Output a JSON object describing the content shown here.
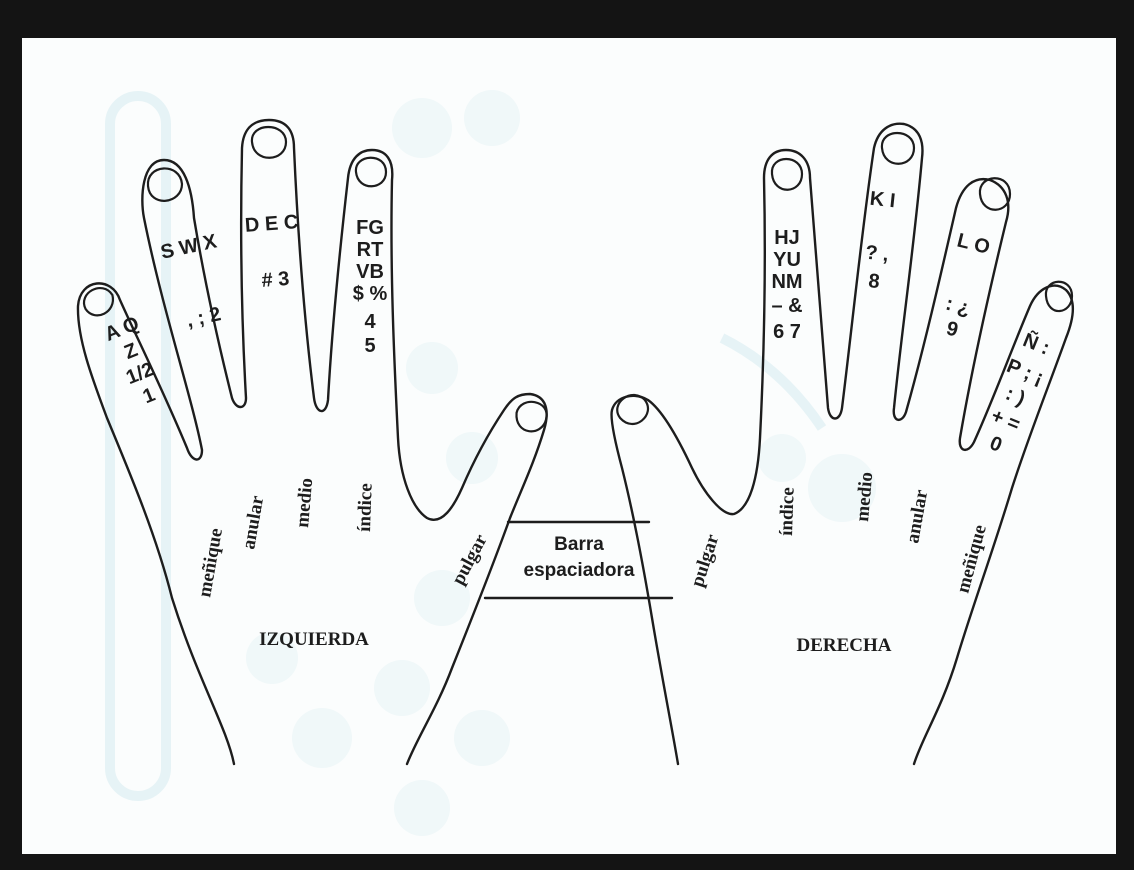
{
  "hands": {
    "left": {
      "title": "IZQUIERDA"
    },
    "right": {
      "title": "DERECHA"
    }
  },
  "fingers": {
    "left": {
      "menique": {
        "name": "meñique",
        "keys": [
          "A Q",
          "Z",
          "1/2",
          "1"
        ]
      },
      "anular": {
        "name": "anular",
        "keys": [
          "S W X",
          ", ; 2"
        ]
      },
      "medio": {
        "name": "medio",
        "keys": [
          "D E C",
          "# 3"
        ]
      },
      "indice": {
        "name": "índice",
        "keys": [
          "FG",
          "RT",
          "VB",
          "$ %",
          "4",
          "5"
        ]
      },
      "pulgar": {
        "name": "pulgar"
      }
    },
    "right": {
      "pulgar": {
        "name": "pulgar"
      },
      "indice": {
        "name": "índice",
        "keys": [
          "HJ",
          "YU",
          "NM",
          "– &",
          "6 7"
        ]
      },
      "medio": {
        "name": "medio",
        "keys": [
          "K I",
          "? ,",
          "8"
        ]
      },
      "anular": {
        "name": "anular",
        "keys": [
          "L O",
          ": ¿",
          "9"
        ]
      },
      "menique": {
        "name": "meñique",
        "keys": [
          "Ñ :",
          "P ; ¡",
          ": )",
          "+ =",
          "0"
        ]
      }
    }
  },
  "space_bar": {
    "line1": "Barra",
    "line2": "espaciadora"
  },
  "colors": {
    "ink": "#1d1d1d",
    "paper": "#fbfdfd",
    "frame": "#141414",
    "ghost": "#d6ebf1"
  }
}
